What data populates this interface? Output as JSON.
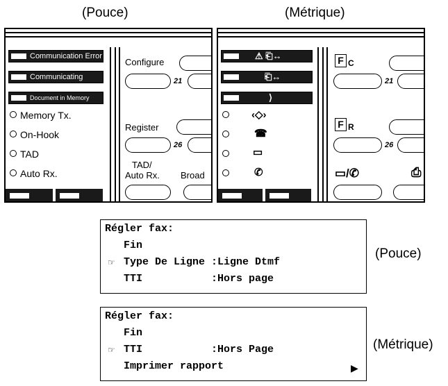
{
  "captions": {
    "left": "(Pouce)",
    "right": "(Métrique)"
  },
  "inch_panel": {
    "status": [
      "Communication Error",
      "Communicating",
      "Document in Memory"
    ],
    "indicators": [
      "Memory Tx.",
      "On-Hook",
      "TAD",
      "Auto Rx."
    ],
    "buttons": {
      "configure": "Configure",
      "n21": "21",
      "register": "Register",
      "n26": "26",
      "tad1": "TAD/",
      "tad2": "Auto Rx.",
      "broad": "Broad"
    }
  },
  "metric_panel": {
    "status_icons": [
      "⚠ ⎗↔",
      "⎗↔",
      "⟩"
    ],
    "indicator_icons": [
      "‹◇›",
      "☎",
      "▭",
      "✆"
    ],
    "buttons": {
      "fc": "C",
      "n21": "21",
      "fr": "R",
      "n26": "26",
      "tad_icons": "▭/✆"
    }
  },
  "lcd_inch": {
    "lines": [
      "Régler fax:",
      "   Fin",
      "   Type De Ligne :Ligne Dtmf",
      "   TTI           :Hors page"
    ],
    "label": "(Pouce)"
  },
  "lcd_metric": {
    "lines": [
      "Régler fax:",
      "   Fin",
      "   TTI           :Hors Page",
      "   Imprimer rapport"
    ],
    "label": "(Métrique)"
  }
}
